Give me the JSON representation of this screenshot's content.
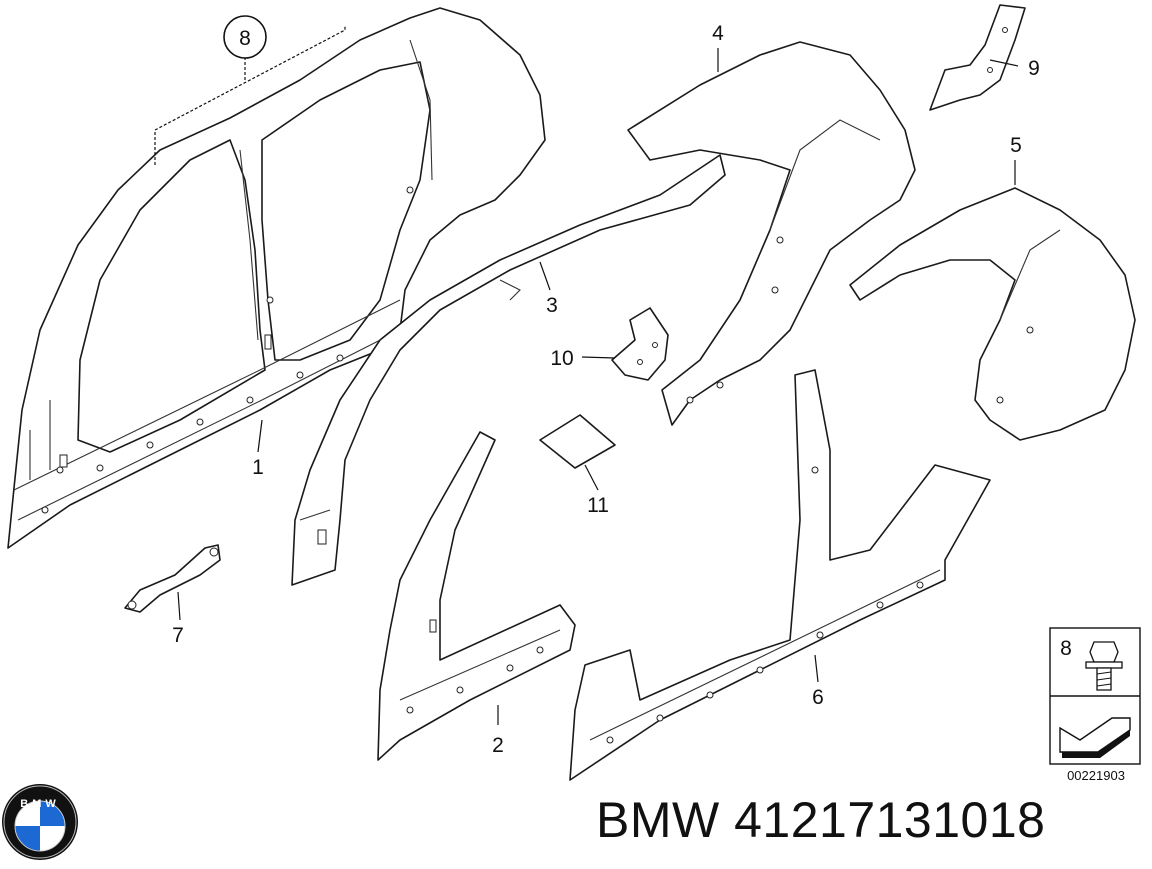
{
  "callouts": [
    {
      "id": "1",
      "label": "1"
    },
    {
      "id": "2",
      "label": "2"
    },
    {
      "id": "3",
      "label": "3"
    },
    {
      "id": "4",
      "label": "4"
    },
    {
      "id": "5",
      "label": "5"
    },
    {
      "id": "6",
      "label": "6"
    },
    {
      "id": "7",
      "label": "7"
    },
    {
      "id": "8",
      "label": "8"
    },
    {
      "id": "9",
      "label": "9"
    },
    {
      "id": "10",
      "label": "10"
    },
    {
      "id": "11",
      "label": "11"
    }
  ],
  "legend_box": {
    "label": "8",
    "code": "00221903"
  },
  "caption": "BMW 41217131018",
  "logo": {
    "text": "BMW",
    "colors": {
      "blue": "#1c69d4",
      "black": "#111111",
      "white": "#ffffff"
    }
  }
}
